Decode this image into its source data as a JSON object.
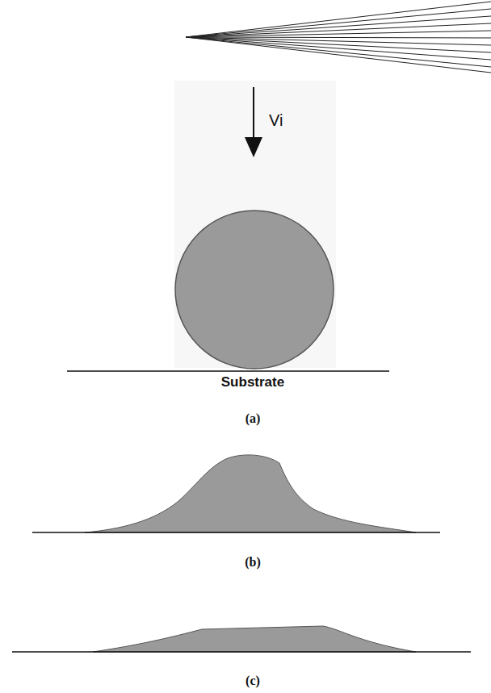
{
  "diagram": {
    "labels": [
      "Vi",
      "Substrate",
      "(a)",
      "(b)",
      "(c)"
    ]
  }
}
